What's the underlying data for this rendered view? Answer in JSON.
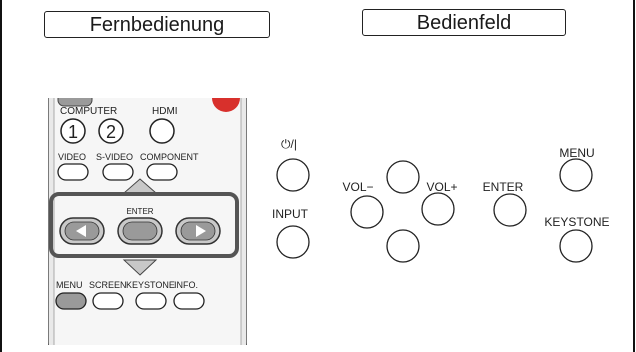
{
  "tabs": {
    "remote_label": "Fernbedienung",
    "panel_label": "Bedienfeld"
  },
  "remote": {
    "computer_label": "COMPUTER",
    "hdmi_label": "HDMI",
    "btn_1": "1",
    "btn_2": "2",
    "video_label": "VIDEO",
    "svideo_label": "S-VIDEO",
    "component_label": "COMPONENT",
    "enter_label": "ENTER",
    "menu_label": "MENU",
    "screen_label": "SCREEN",
    "keystone_label": "KEYSTONE",
    "info_label": "INFO."
  },
  "panel": {
    "power_label": "⏻/|",
    "input_label": "INPUT",
    "vol_minus_label": "VOL−",
    "vol_plus_label": "VOL+",
    "enter_label": "ENTER",
    "menu_label": "MENU",
    "keystone_label": "KEYSTONE"
  },
  "colors": {
    "frame": "#111111",
    "remote_body": "#e6e6e6",
    "remote_button_gray": "#9a9a9a",
    "power_red": "#d8302c"
  }
}
